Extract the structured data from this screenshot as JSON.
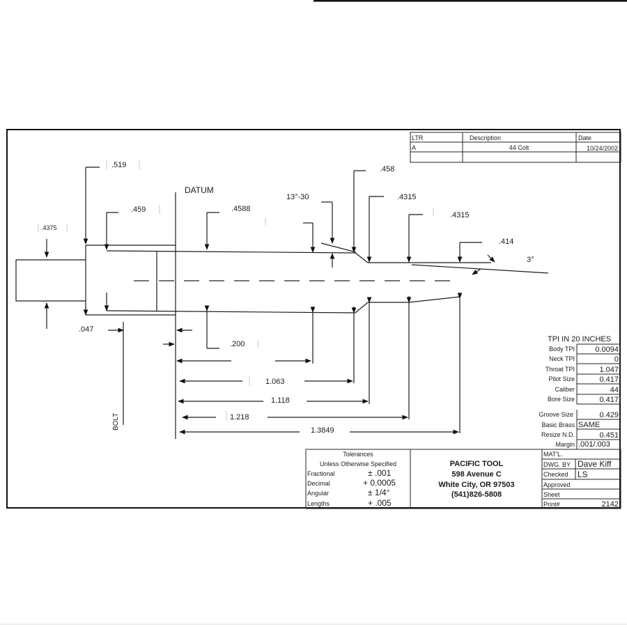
{
  "revision_block": {
    "headers": {
      "ltr": "LTR",
      "description": "Description",
      "date": "Date"
    },
    "row": {
      "ltr": "A",
      "description": "44 Colt",
      "date": "10/24/2002"
    }
  },
  "dimensions": {
    "d_4375": ".4375",
    "d_519": ".519",
    "d_459": ".459",
    "d_4588": ".4588",
    "d_458": ".458",
    "d_4315a": ".4315",
    "d_4315b": ".4315",
    "d_414": ".414",
    "angle_13_30": "13°-30",
    "angle_3": "3°",
    "d_047": ".047",
    "d_200": ".200",
    "d_1063": "1.063",
    "d_1118": "1.118",
    "d_1218": "1.218",
    "d_13849": "1.3849"
  },
  "labels": {
    "datum": "DATUM",
    "bolt": "BOLT"
  },
  "spec_table": {
    "title": "TPI IN 20  INCHES",
    "rows": [
      {
        "label": "Body TPI",
        "value": "0.0094"
      },
      {
        "label": "Neck TPI",
        "value": "0"
      },
      {
        "label": "Throat TPI",
        "value": "1.047"
      },
      {
        "label": "Pilot Size",
        "value": "0.417"
      },
      {
        "label": "Caliber",
        "value": "44"
      },
      {
        "label": "Bore Size",
        "value": "0.417"
      },
      {
        "label": "Groove Size",
        "value": "0.429"
      },
      {
        "label": "Basic Brass",
        "value": "SAME"
      },
      {
        "label": "Resize N.D.",
        "value": "0.451"
      },
      {
        "label": "Margin",
        "value": ".001/.003"
      }
    ]
  },
  "tolerances": {
    "title": "Tolerances",
    "subtitle": "Unless Otherwise Specified",
    "rows": [
      {
        "label": "Fractional",
        "value": "± .001"
      },
      {
        "label": "Decimal",
        "value": "+ 0.0005"
      },
      {
        "label": "Angular",
        "value": "± 1/4°"
      },
      {
        "label": "Lengths",
        "value": "+ .005"
      }
    ]
  },
  "company": {
    "name": "PACIFIC TOOL",
    "address": "598 Avenue C",
    "city": "White City, OR 97503",
    "phone": "(541)826-5808"
  },
  "title_block": {
    "matl": "MAT'L.",
    "dwg_by_label": "DWG. BY",
    "dwg_by_value": "Dave Kiff",
    "checked_label": "Checked",
    "checked_value": "LS",
    "approved_label": "Approved",
    "sheet_label": "Sheet",
    "print_label": "Print#",
    "print_value": "2142"
  }
}
